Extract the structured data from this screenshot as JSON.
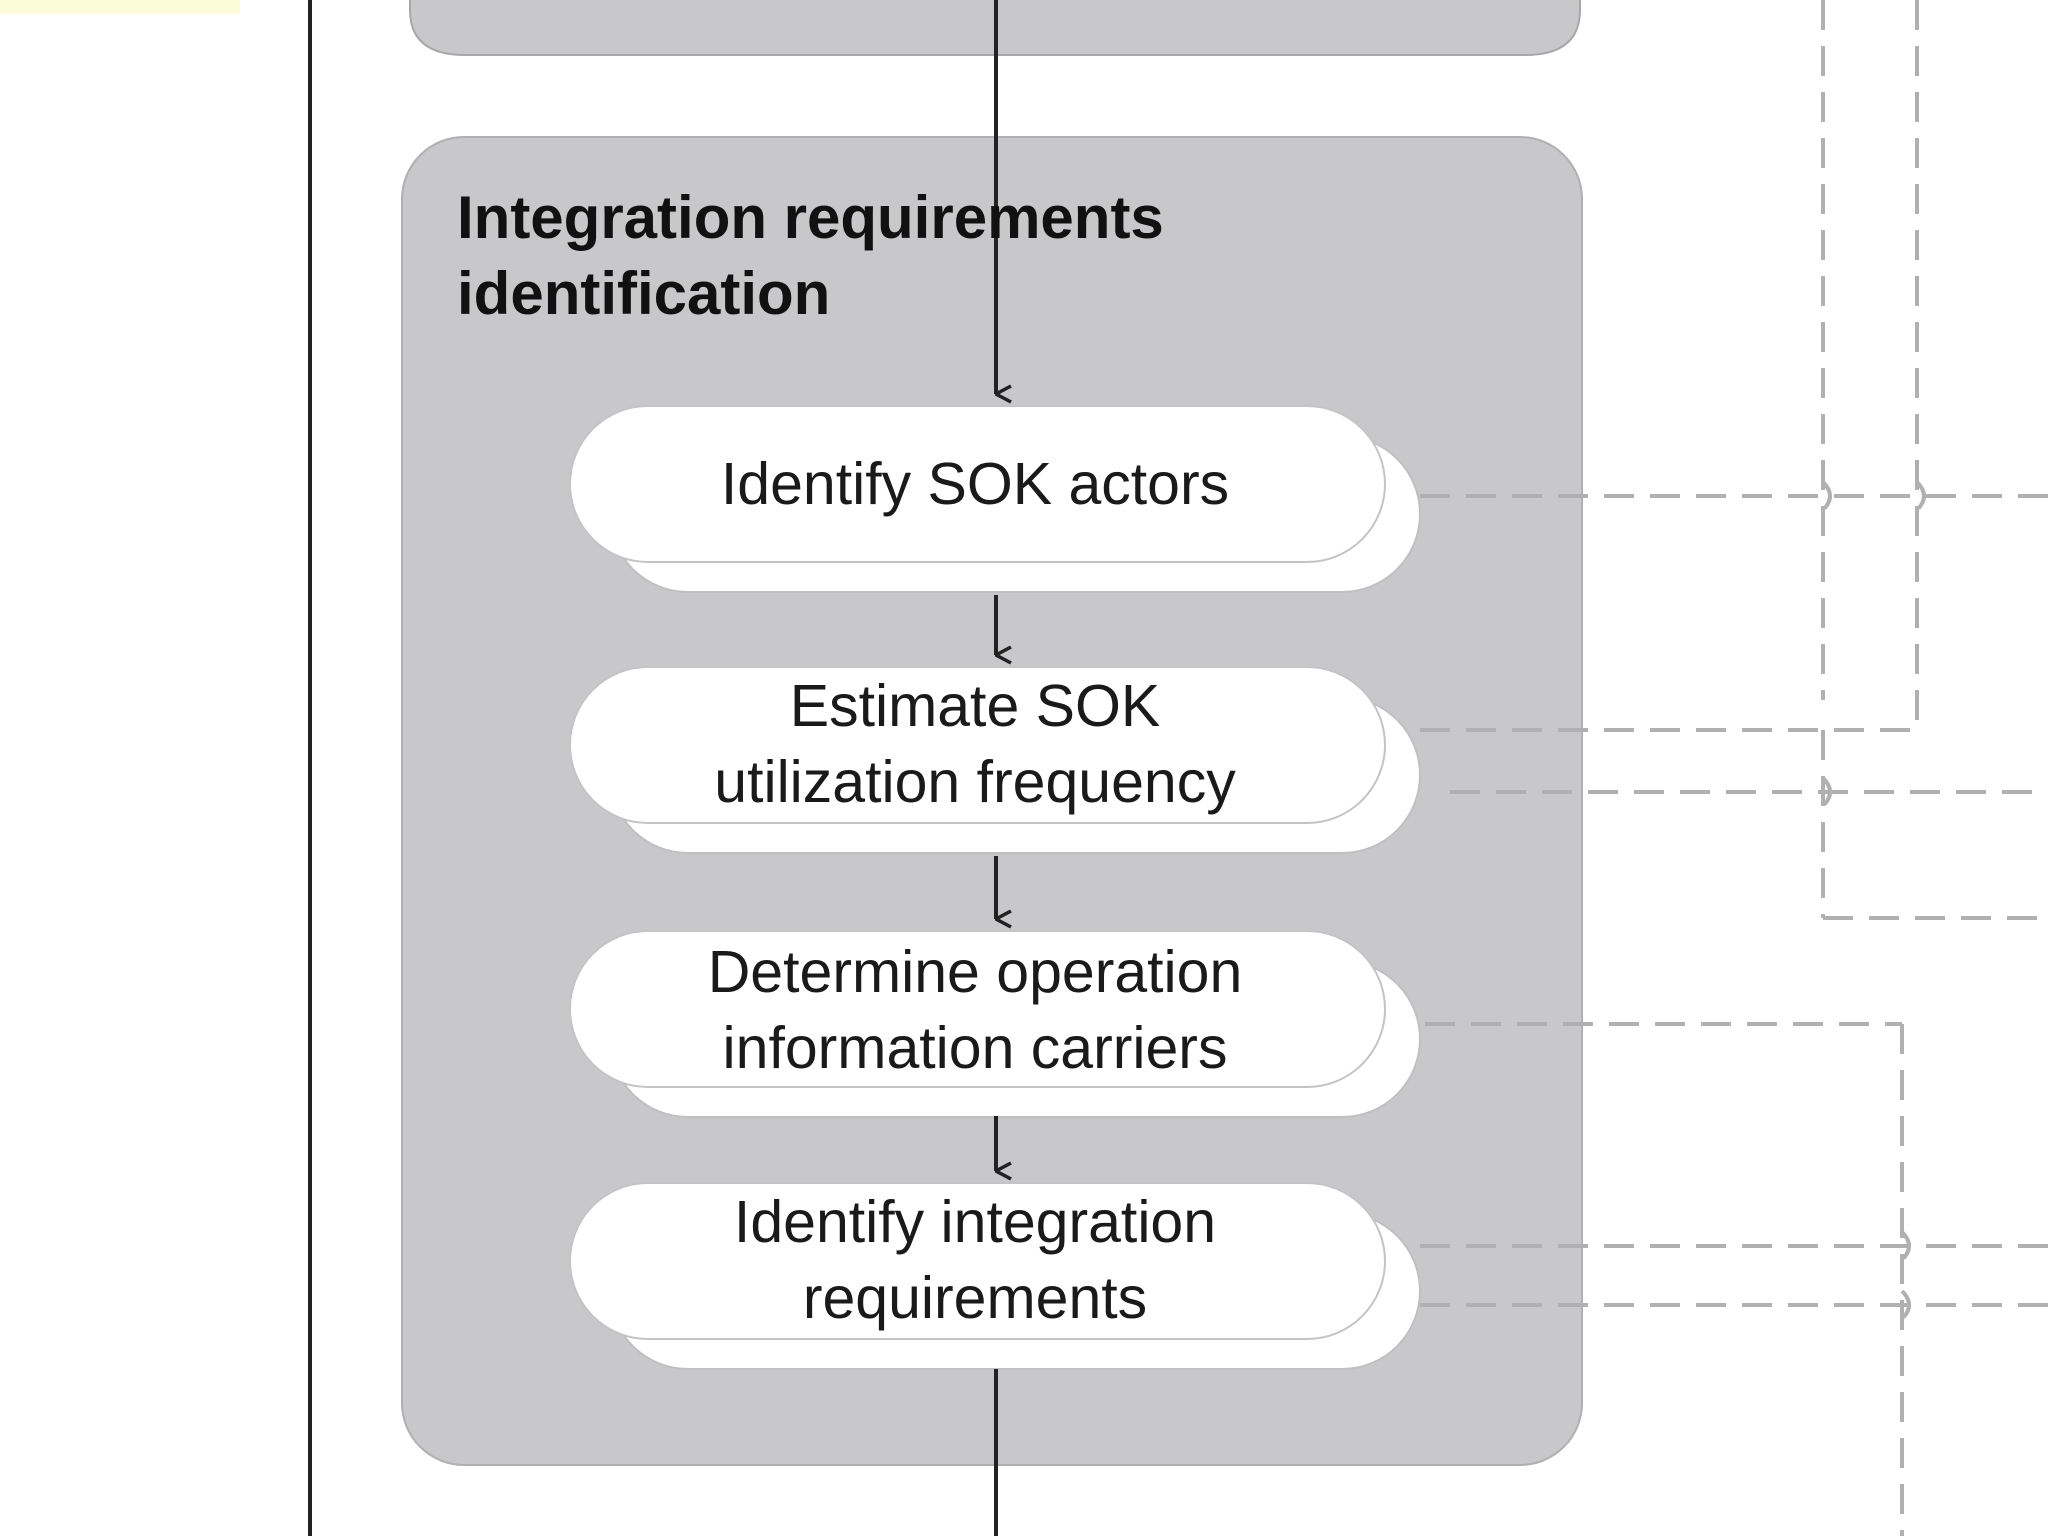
{
  "group": {
    "title": "Integration requirements\nidentification"
  },
  "steps": [
    {
      "label": "Identify SOK actors"
    },
    {
      "label": "Estimate SOK\nutilization frequency"
    },
    {
      "label": "Determine operation\ninformation carriers"
    },
    {
      "label": "Identify integration\nrequirements"
    }
  ],
  "colors": {
    "group_fill": "#c8c8ca",
    "step_fill": "#ffffff",
    "line": "#222222",
    "dashed_connector": "#b0b0b0",
    "highlight": "#fdfbd8"
  }
}
